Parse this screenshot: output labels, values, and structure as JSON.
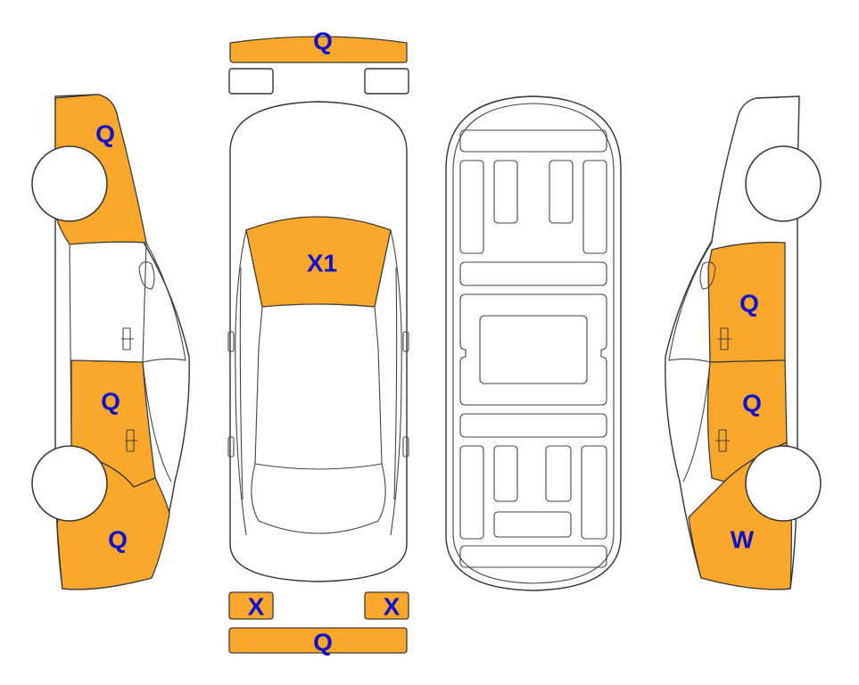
{
  "colors": {
    "highlight": "#F9A82C",
    "code_text": "#1010CC",
    "outline": "#333333"
  },
  "codes": {
    "front_bumper": "Q",
    "hood": "X1",
    "rear_lamp_left": "X",
    "rear_lamp_right": "X",
    "rear_bumper": "Q",
    "left_front_fender": "Q",
    "left_rear_door": "Q",
    "left_rear_quarter": "Q",
    "right_front_door": "Q",
    "right_rear_door": "Q",
    "right_rear_quarter": "W"
  }
}
